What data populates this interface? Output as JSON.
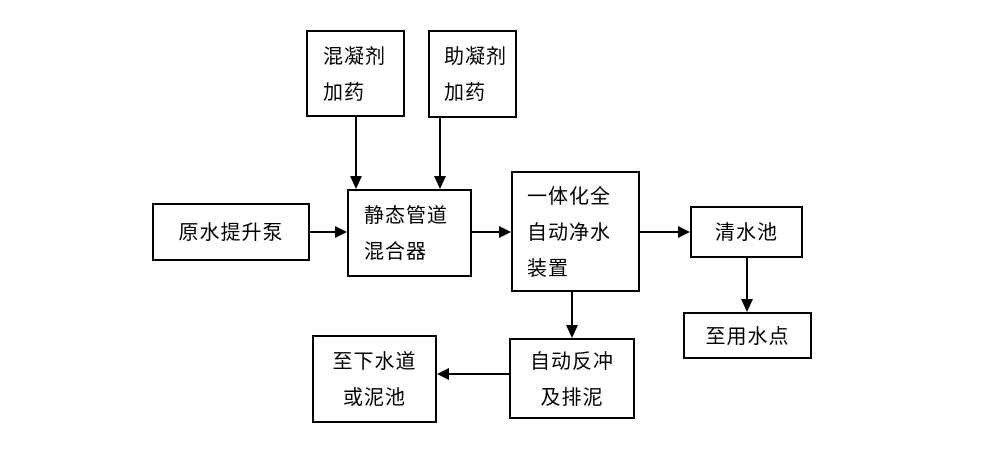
{
  "diagram": {
    "type": "flowchart",
    "background_color": "#ffffff",
    "line_color": "#000000",
    "text_color": "#000000",
    "nodes": {
      "coagulant_dosing": {
        "lines": [
          "混凝剂",
          "加药"
        ]
      },
      "coagulant_aid_dosing": {
        "lines": [
          "助凝剂",
          "加药"
        ]
      },
      "raw_water_pump": {
        "lines": [
          "原水提升泵"
        ]
      },
      "static_pipe_mixer": {
        "lines": [
          "静态管道",
          "混合器"
        ]
      },
      "integrated_purifier": {
        "lines": [
          "一体化全",
          "自动净水",
          "装置"
        ]
      },
      "clear_water_tank": {
        "lines": [
          "清水池"
        ]
      },
      "to_water_use_point": {
        "lines": [
          "至用水点"
        ]
      },
      "auto_backwash_sludge": {
        "lines": [
          "自动反冲",
          "及排泥"
        ]
      },
      "to_sewer_or_mud_pool": {
        "lines": [
          "至下水道",
          "或泥池"
        ]
      }
    },
    "edges": [
      {
        "from": "coagulant_dosing",
        "to": "static_pipe_mixer"
      },
      {
        "from": "coagulant_aid_dosing",
        "to": "static_pipe_mixer"
      },
      {
        "from": "raw_water_pump",
        "to": "static_pipe_mixer"
      },
      {
        "from": "static_pipe_mixer",
        "to": "integrated_purifier"
      },
      {
        "from": "integrated_purifier",
        "to": "clear_water_tank"
      },
      {
        "from": "clear_water_tank",
        "to": "to_water_use_point"
      },
      {
        "from": "integrated_purifier",
        "to": "auto_backwash_sludge"
      },
      {
        "from": "auto_backwash_sludge",
        "to": "to_sewer_or_mud_pool"
      }
    ]
  }
}
